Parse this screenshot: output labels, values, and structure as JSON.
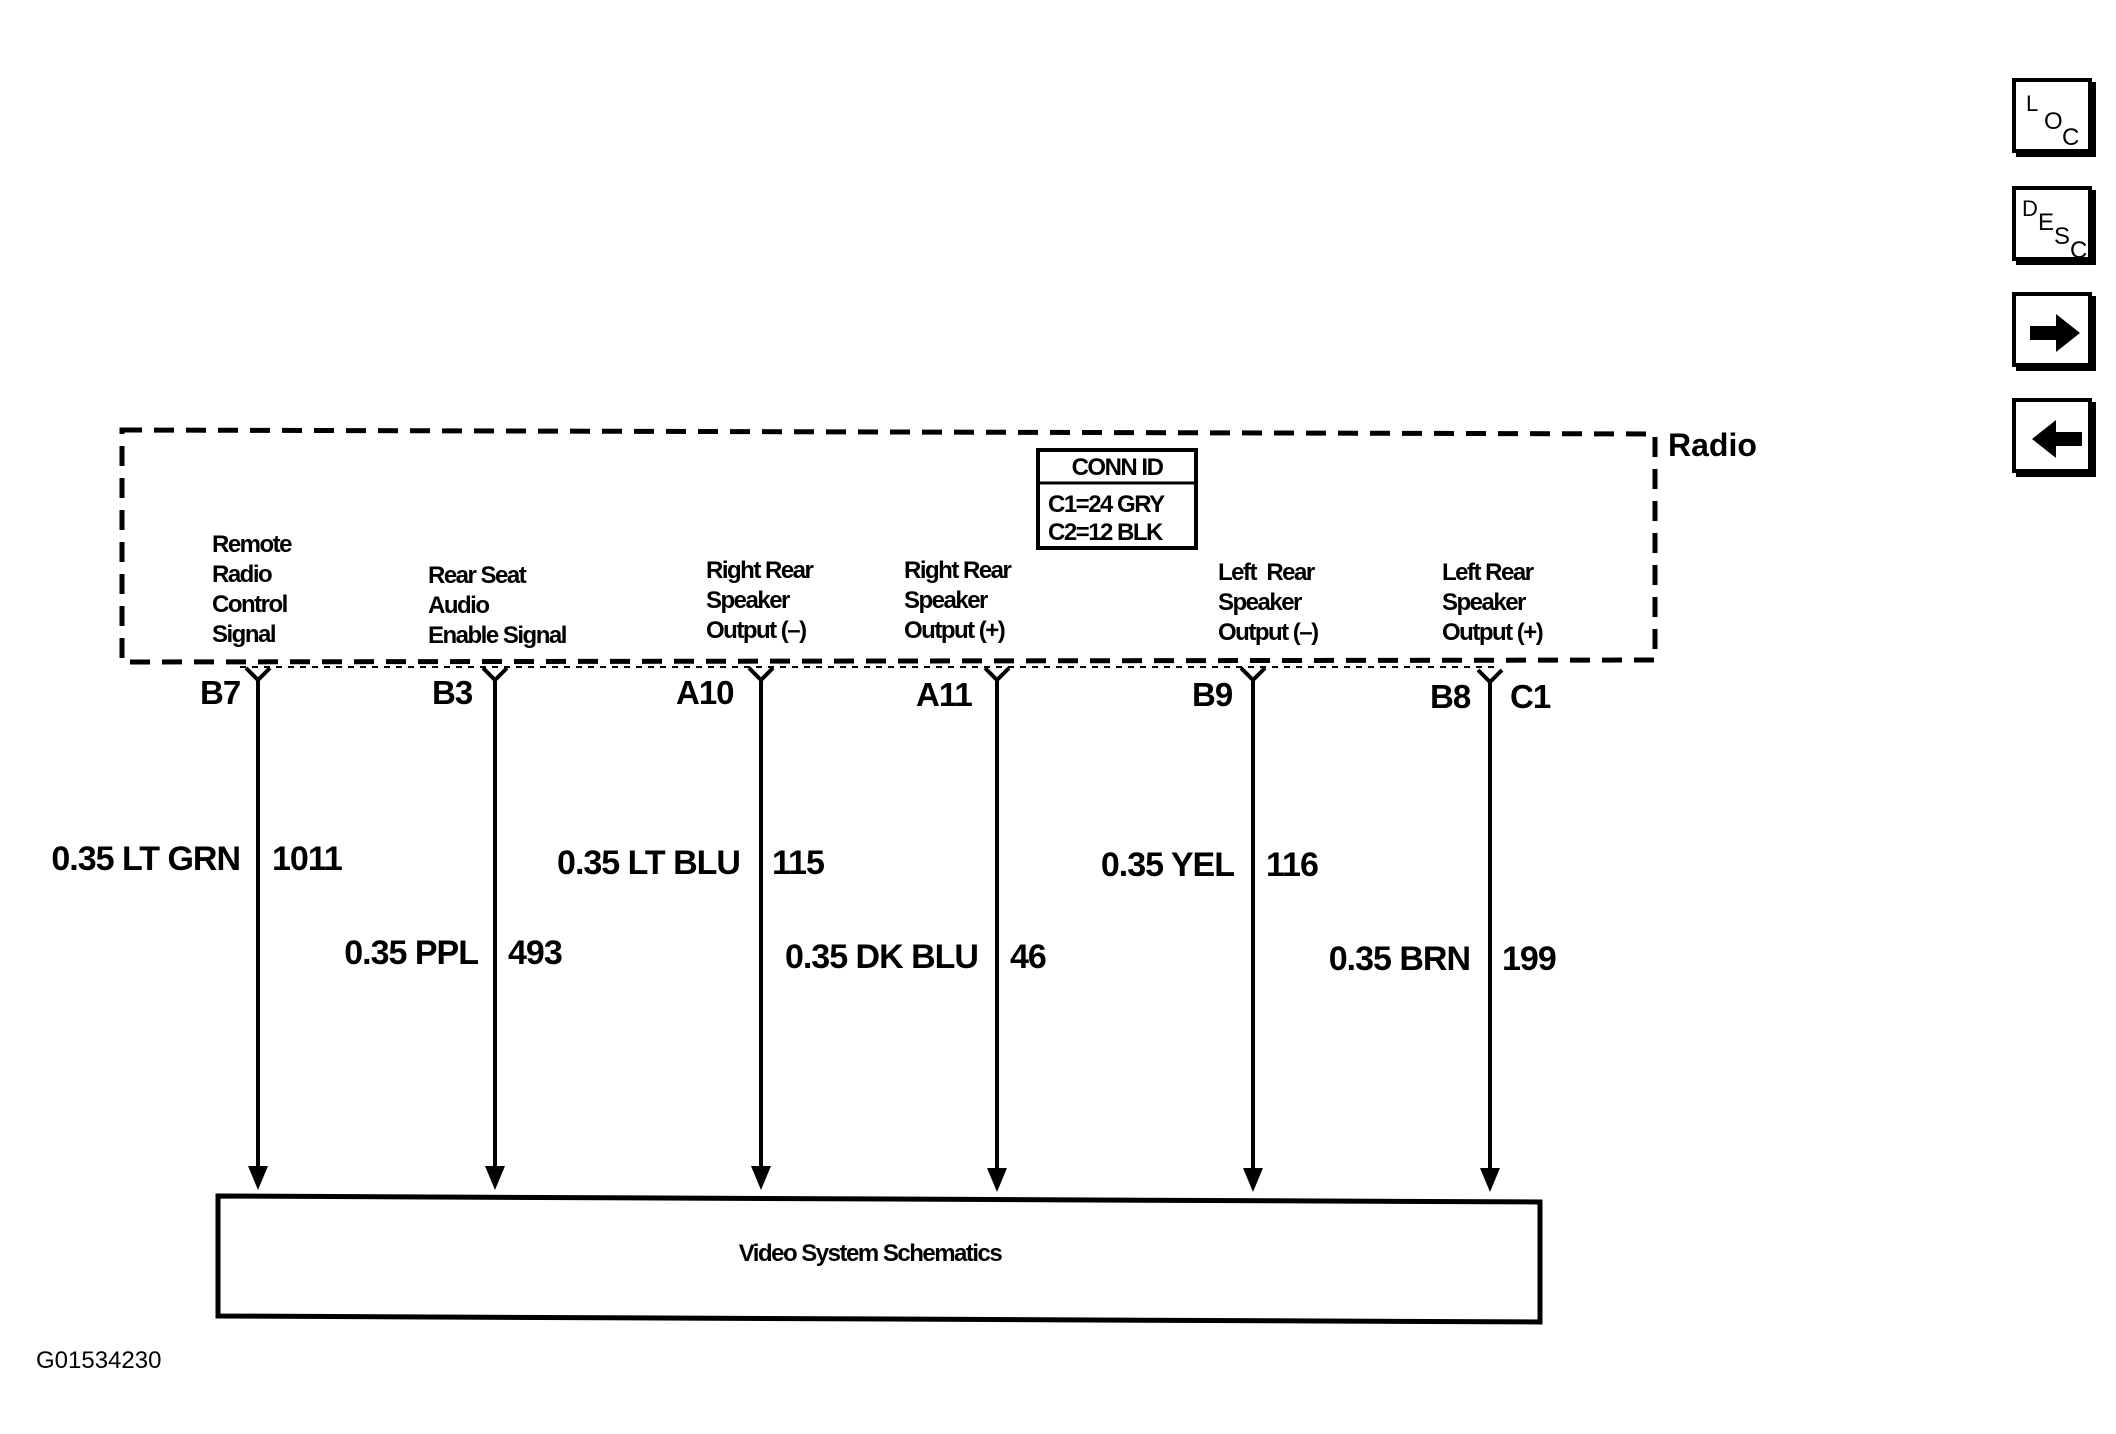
{
  "module": {
    "name": "Radio"
  },
  "connector_id": {
    "title": "CONN ID",
    "lines": [
      "C1=24 GRY",
      "C2=12 BLK"
    ]
  },
  "circuits": [
    {
      "function": [
        "Remote",
        "Radio",
        "Control",
        "Signal"
      ],
      "pin": "B7",
      "wire_color": "0.35 LT GRN",
      "circuit_number": "1011"
    },
    {
      "function": [
        "Rear Seat",
        "Audio",
        "Enable Signal"
      ],
      "pin": "B3",
      "wire_color": "0.35 PPL",
      "circuit_number": "493"
    },
    {
      "function": [
        "Right Rear",
        "Speaker",
        "Output (–)"
      ],
      "pin": "A10",
      "wire_color": "0.35 LT BLU",
      "circuit_number": "115"
    },
    {
      "function": [
        "Right Rear",
        "Speaker",
        "Output (+)"
      ],
      "pin": "A11",
      "wire_color": "0.35 DK BLU",
      "circuit_number": "46"
    },
    {
      "function": [
        "Left  Rear",
        "Speaker",
        "Output (–)"
      ],
      "pin": "B9",
      "wire_color": "0.35 YEL",
      "circuit_number": "116"
    },
    {
      "function": [
        "Left Rear",
        "Speaker",
        "Output (+)"
      ],
      "pin": "B8",
      "connector": "C1",
      "wire_color": "0.35 BRN",
      "circuit_number": "199"
    }
  ],
  "destination": {
    "label": "Video System Schematics"
  },
  "figure_id": "G01534230",
  "nav_buttons": {
    "loc": [
      "L",
      "O",
      "C"
    ],
    "desc": [
      "D",
      "E",
      "S",
      "C"
    ],
    "next_icon": "right-arrow-icon",
    "prev_icon": "left-arrow-icon"
  }
}
